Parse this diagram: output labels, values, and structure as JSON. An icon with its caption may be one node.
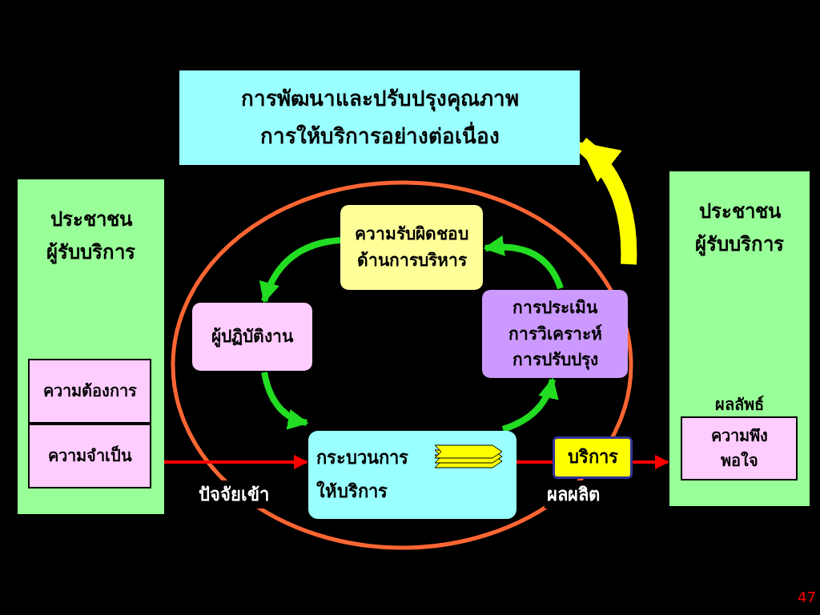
{
  "diagram": {
    "nodes": [
      {
        "text": [
          "การพัฒนาและปรับปรุงคุณภาพการให้บริการอย่างต่อเนื่อง"
        ]
      },
      {
        "text": [
          "ประชาชนผู้รับบริการ"
        ]
      },
      {
        "text": [
          "ความต้องการ"
        ],
        "in": 1
      },
      {
        "text": [
          "ความจำเป็น"
        ],
        "in": 1
      },
      {
        "text": [
          "ความรับผิดชอบด้านการบริหาร"
        ]
      },
      {
        "text": [
          "ผู้ปฏิบัติงาน"
        ]
      },
      {
        "text": [
          "การประเมินการวิเคราะห์การปรับปรุง"
        ]
      },
      {
        "text": [
          "กระบวนการให้บริการ"
        ]
      },
      {
        "text": [
          "บริการ"
        ],
        "beside": [
          "ผลผลิต"
        ]
      },
      {
        "text": [
          "ประชาชนผู้รับบริการ"
        ]
      },
      {
        "text": [
          "ผลลัพธ์",
          "ความพึงพอใจ"
        ],
        "in": 9
      }
    ],
    "edges": [
      {
        "from": 4,
        "to": 5,
        "arrow": "to",
        "color": "#22dd22"
      },
      {
        "from": 5,
        "to": 7,
        "arrow": "to",
        "color": "#22dd22"
      },
      {
        "from": 7,
        "to": 6,
        "arrow": "to",
        "color": "#22dd22"
      },
      {
        "from": 6,
        "to": 4,
        "arrow": "to",
        "color": "#22dd22"
      },
      {
        "from": 1,
        "to": 7,
        "arrow": "to",
        "label": "ปัจจัยเข้า",
        "color": "#ff0000"
      },
      {
        "from": 7,
        "to": 8,
        "arrow": "none",
        "color": "#ff0000"
      },
      {
        "from": 8,
        "to": 9,
        "arrow": "to",
        "color": "#ff0000"
      },
      {
        "from": null,
        "to": 0,
        "arrow": "to",
        "style": "thick",
        "color": "#ffff00"
      }
    ],
    "labels": [
      "47"
    ]
  }
}
